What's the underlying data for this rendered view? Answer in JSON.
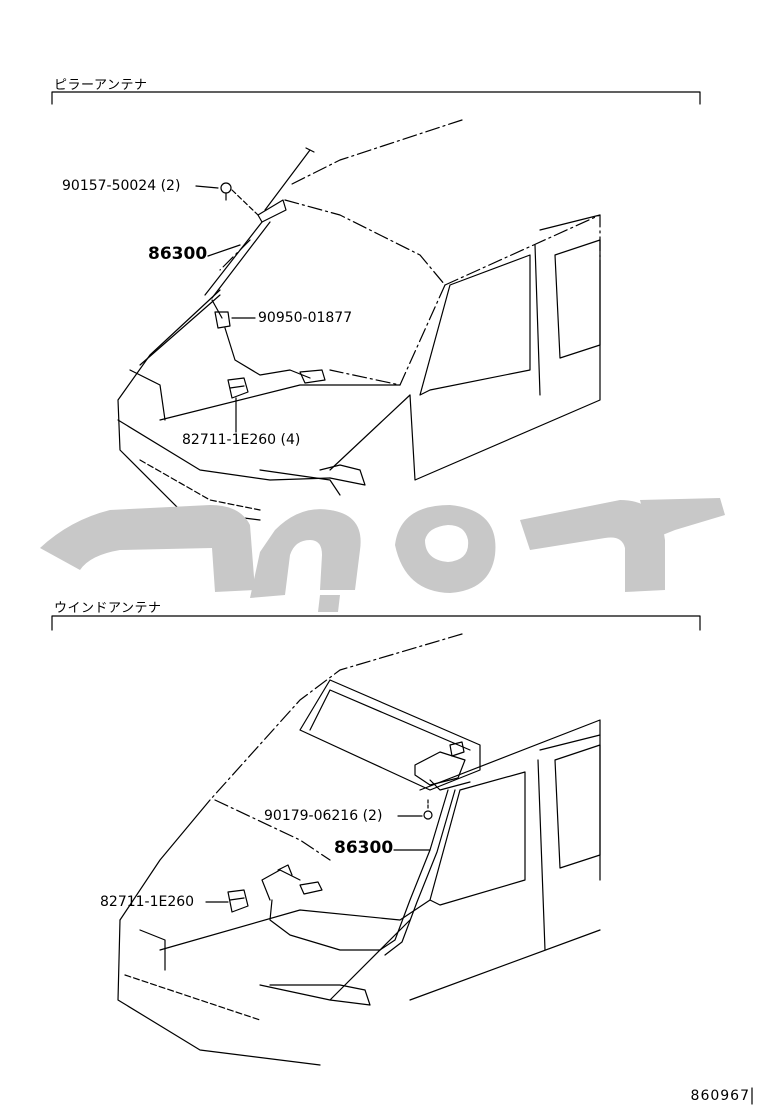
{
  "sections": [
    {
      "title": "ピラーアンテナ",
      "parts": [
        {
          "number": "90157-50024 (2)"
        },
        {
          "number": "86300"
        },
        {
          "number": "90950-01877"
        },
        {
          "number": "82711-1E260 (4)"
        }
      ]
    },
    {
      "title": "ウインドアンテナ",
      "parts": [
        {
          "number": "90179-06216 (2)"
        },
        {
          "number": "86300"
        },
        {
          "number": "82711-1E260"
        }
      ]
    }
  ],
  "figure_number": "860967",
  "watermark_text": "تويوتا",
  "colors": {
    "line": "#000000",
    "watermark": "#c8c8c8",
    "background": "#ffffff"
  }
}
